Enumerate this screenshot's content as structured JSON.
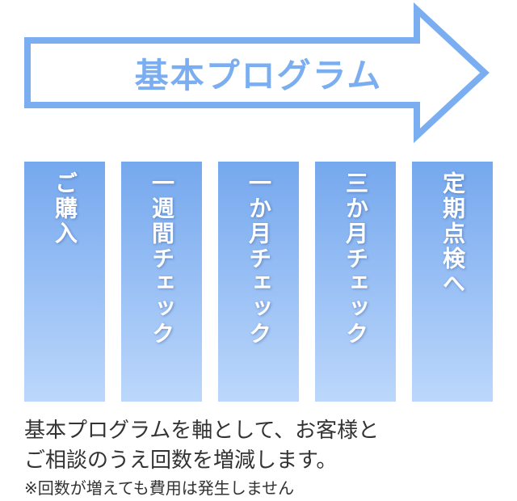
{
  "arrow": {
    "title": "基本プログラム",
    "color": "#7aaef0"
  },
  "steps": [
    "ご購入",
    "一週間チェック",
    "一か月チェック",
    "三か月チェック",
    "定期点検へ"
  ],
  "description": {
    "line1": "基本プログラムを軸として、お客様と",
    "line2": "ご相談のうえ回数を増減します。",
    "note": "※回数が増えても費用は発生しません"
  }
}
